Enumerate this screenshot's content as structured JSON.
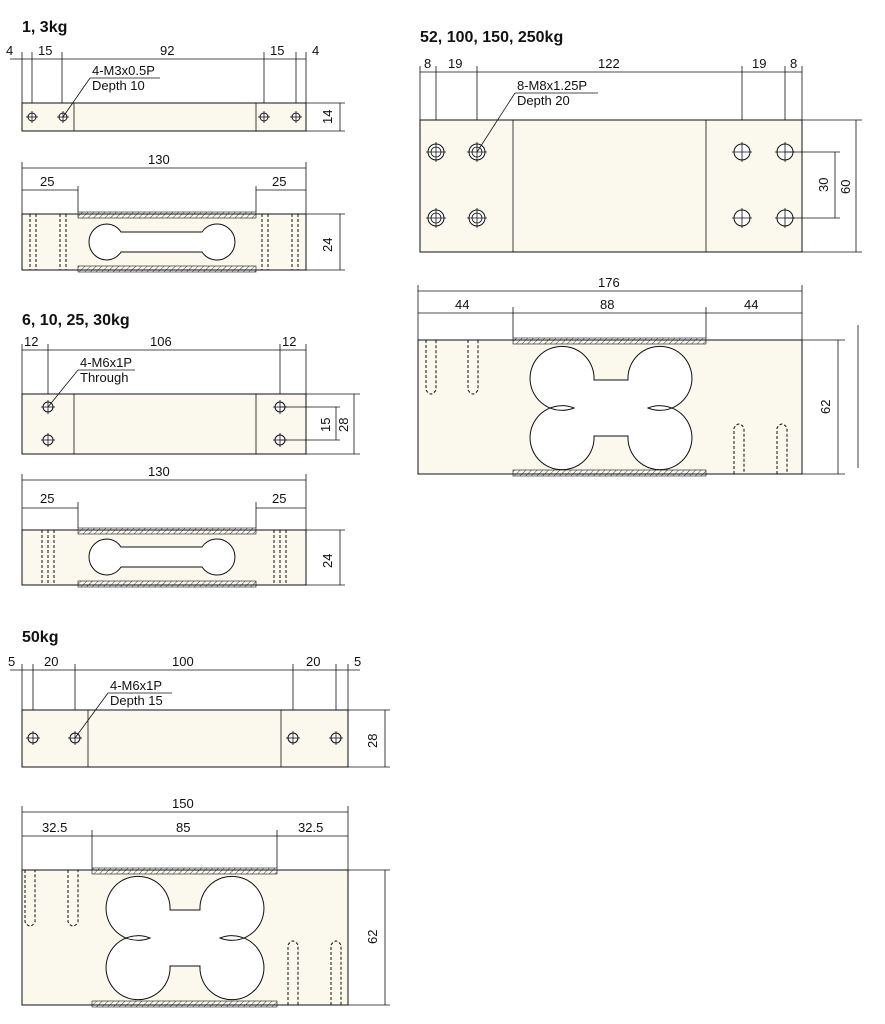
{
  "sections": [
    {
      "title": "1, 3kg",
      "top_dims": [
        "4",
        "15",
        "92",
        "15",
        "4"
      ],
      "thread": "4-M3x0.5P",
      "depth": "Depth 10",
      "top_height": "14",
      "side_total": "130",
      "side_left": "25",
      "side_right": "25",
      "side_height": "24"
    },
    {
      "title": "6, 10, 25, 30kg",
      "top_dims": [
        "12",
        "106",
        "12"
      ],
      "thread": "4-M6x1P",
      "depth": "Through",
      "top_inner": "15",
      "top_height": "28",
      "side_total": "130",
      "side_left": "25",
      "side_right": "25",
      "side_height": "24"
    },
    {
      "title": "50kg",
      "top_dims": [
        "5",
        "20",
        "100",
        "20",
        "5"
      ],
      "thread": "4-M6x1P",
      "depth": "Depth 15",
      "top_height": "28",
      "side_total": "150",
      "side_left": "32.5",
      "side_mid": "85",
      "side_right": "32.5",
      "side_height": "62"
    },
    {
      "title": "52, 100, 150, 250kg",
      "top_dims": [
        "8",
        "19",
        "122",
        "19",
        "8"
      ],
      "thread": "8-M8x1.25P",
      "depth": "Depth 20",
      "top_inner": "30",
      "top_height": "60",
      "side_total": "176",
      "side_left": "44",
      "side_mid": "88",
      "side_right": "44",
      "side_height": "62"
    }
  ]
}
